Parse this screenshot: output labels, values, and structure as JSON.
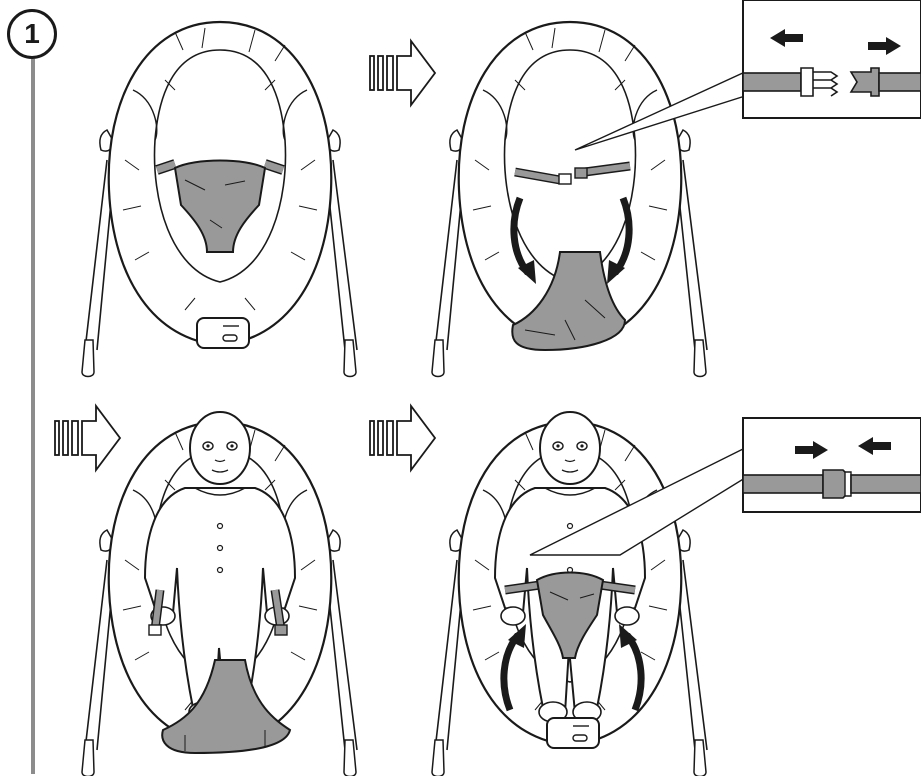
{
  "step": {
    "number": "1"
  },
  "panels": [
    {
      "id": "bouncer-harness-on-seat"
    },
    {
      "id": "bouncer-harness-unbuckled-folded-down"
    },
    {
      "id": "bouncer-baby-placed"
    },
    {
      "id": "bouncer-harness-folded-up-buckled"
    }
  ],
  "insets": [
    {
      "id": "buckle-separate-inset",
      "arrows": [
        "left-arrow",
        "right-arrow"
      ]
    },
    {
      "id": "buckle-join-inset",
      "arrows": [
        "right-arrow",
        "left-arrow"
      ]
    }
  ],
  "colors": {
    "line": "#1a1a1a",
    "fabric_fill": "#efefef",
    "harness_fill": "#999999",
    "rail": "#8c8c8c"
  }
}
